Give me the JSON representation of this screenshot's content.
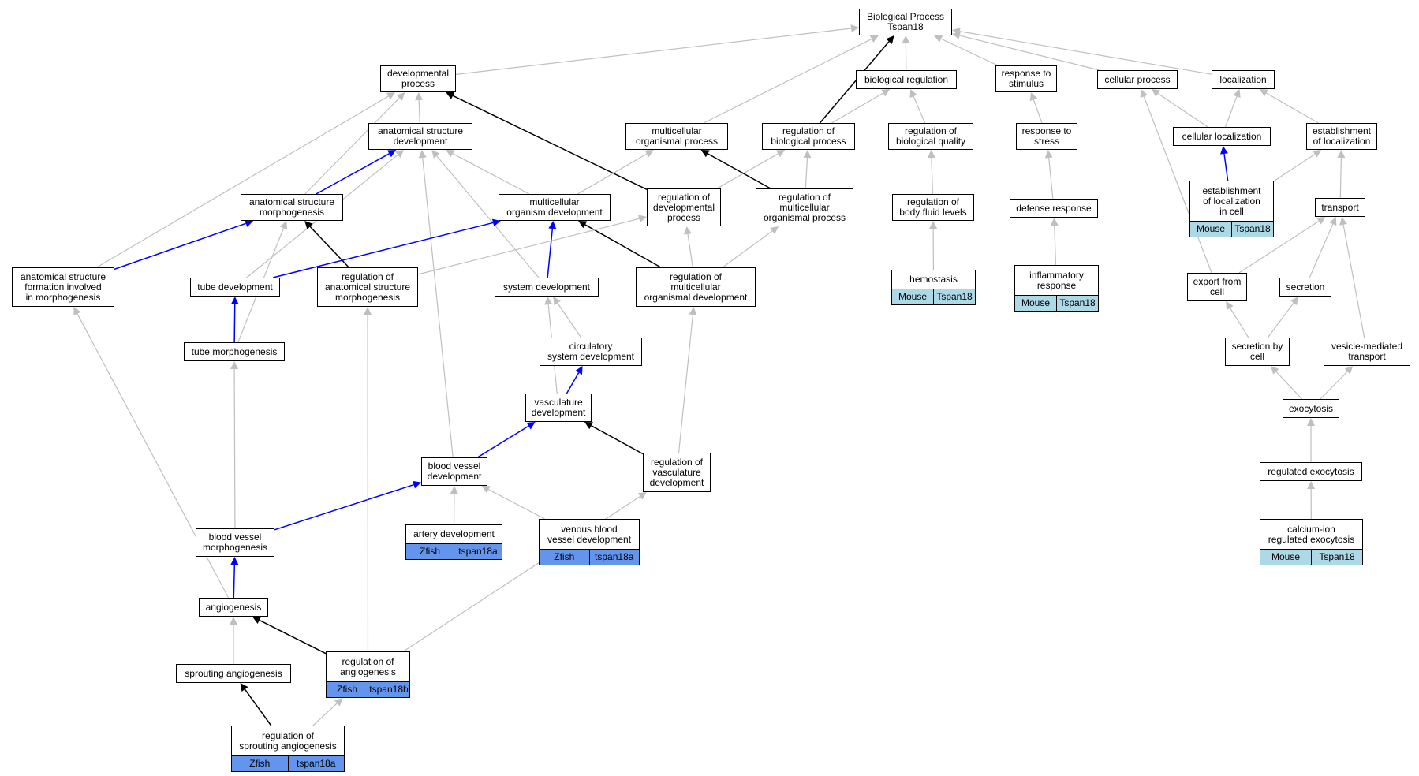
{
  "colors": {
    "gray": "#bfbfbf",
    "black": "#000000",
    "blue": "#0000ff",
    "mouse": "#add8e6",
    "zfish": "#6495ed"
  },
  "nodes": {
    "bp": {
      "label": "Biological Process\nTspan18"
    },
    "devproc": {
      "label": "developmental\nprocess"
    },
    "bioreg": {
      "label": "biological regulation"
    },
    "respstim": {
      "label": "response to\nstimulus"
    },
    "cellproc": {
      "label": "cellular process"
    },
    "localization": {
      "label": "localization"
    },
    "asdev": {
      "label": "anatomical structure\ndevelopment"
    },
    "multiproc": {
      "label": "multicellular\norganismal process"
    },
    "regbioproc": {
      "label": "regulation of\nbiological process"
    },
    "regbioqual": {
      "label": "regulation of\nbiological quality"
    },
    "respstress": {
      "label": "response to\nstress"
    },
    "cellloc": {
      "label": "cellular localization"
    },
    "establoc": {
      "label": "establishment\nof localization"
    },
    "asmorph": {
      "label": "anatomical structure\nmorphogenesis"
    },
    "multidev": {
      "label": "multicellular\norganism development"
    },
    "regdevproc": {
      "label": "regulation of\ndevelopmental\nprocess"
    },
    "regmultiproc": {
      "label": "regulation of\nmulticellular\norganismal process"
    },
    "regbodyfluid": {
      "label": "regulation of\nbody fluid levels"
    },
    "defresp": {
      "label": "defense response"
    },
    "establocincell": {
      "label": "establishment\nof localization\nin cell",
      "species": "Mouse",
      "gene": "Tspan18"
    },
    "transport": {
      "label": "transport"
    },
    "asformation": {
      "label": "anatomical structure\nformation involved\nin morphogenesis"
    },
    "tubedev": {
      "label": "tube development"
    },
    "regasmorph": {
      "label": "regulation of\nanatomical structure\nmorphogenesis"
    },
    "sysdev": {
      "label": "system development"
    },
    "regmultidev": {
      "label": "regulation of\nmulticellular\norganismal development"
    },
    "hemostasis": {
      "label": "hemostasis",
      "species": "Mouse",
      "gene": "Tspan18"
    },
    "inflamresp": {
      "label": "inflammatory\nresponse",
      "species": "Mouse",
      "gene": "Tspan18"
    },
    "exportcell": {
      "label": "export from\ncell"
    },
    "secretion": {
      "label": "secretion"
    },
    "tubemorph": {
      "label": "tube morphogenesis"
    },
    "circsysdev": {
      "label": "circulatory\nsystem development"
    },
    "secbycell": {
      "label": "secretion by\ncell"
    },
    "vesicletrans": {
      "label": "vesicle-mediated\ntransport"
    },
    "vascdev": {
      "label": "vasculature\ndevelopment"
    },
    "exocytosis": {
      "label": "exocytosis"
    },
    "bvdev": {
      "label": "blood vessel\ndevelopment"
    },
    "regvascdev": {
      "label": "regulation of\nvasculature\ndevelopment"
    },
    "regexo": {
      "label": "regulated exocytosis"
    },
    "arterydev": {
      "label": "artery development",
      "species": "Zfish",
      "gene": "tspan18a"
    },
    "venousdev": {
      "label": "venous blood\nvessel development",
      "species": "Zfish",
      "gene": "tspan18a"
    },
    "bvmorph": {
      "label": "blood vessel\nmorphogenesis"
    },
    "calcexo": {
      "label": "calcium-ion\nregulated exocytosis",
      "species": "Mouse",
      "gene": "Tspan18"
    },
    "angio": {
      "label": "angiogenesis"
    },
    "regangio": {
      "label": "regulation of\nangiogenesis",
      "species": "Zfish",
      "gene": "tspan18b"
    },
    "sproutangio": {
      "label": "sprouting angiogenesis"
    },
    "regsprout": {
      "label": "regulation of\nsprouting angiogenesis",
      "species": "Zfish",
      "gene": "tspan18a"
    }
  },
  "edges": [
    {
      "from": "devproc",
      "to": "bp",
      "color": "gray"
    },
    {
      "from": "bioreg",
      "to": "bp",
      "color": "gray"
    },
    {
      "from": "respstim",
      "to": "bp",
      "color": "gray"
    },
    {
      "from": "cellproc",
      "to": "bp",
      "color": "gray"
    },
    {
      "from": "localization",
      "to": "bp",
      "color": "gray"
    },
    {
      "from": "multiproc",
      "to": "bp",
      "color": "gray"
    },
    {
      "from": "regbioproc",
      "to": "bp",
      "color": "black"
    },
    {
      "from": "asdev",
      "to": "devproc",
      "color": "gray"
    },
    {
      "from": "regbioproc",
      "to": "bioreg",
      "color": "gray"
    },
    {
      "from": "regbioqual",
      "to": "bioreg",
      "color": "gray"
    },
    {
      "from": "respstress",
      "to": "respstim",
      "color": "gray"
    },
    {
      "from": "cellloc",
      "to": "localization",
      "color": "gray"
    },
    {
      "from": "establoc",
      "to": "localization",
      "color": "gray"
    },
    {
      "from": "cellloc",
      "to": "cellproc",
      "color": "gray"
    },
    {
      "from": "exportcell",
      "to": "cellproc",
      "color": "gray"
    },
    {
      "from": "asmorph",
      "to": "devproc",
      "color": "gray"
    },
    {
      "from": "asformation",
      "to": "devproc",
      "color": "gray"
    },
    {
      "from": "regdevproc",
      "to": "devproc",
      "color": "black"
    },
    {
      "from": "asmorph",
      "to": "asdev",
      "color": "blue"
    },
    {
      "from": "multidev",
      "to": "asdev",
      "color": "gray"
    },
    {
      "from": "tubedev",
      "to": "asdev",
      "color": "gray"
    },
    {
      "from": "sysdev",
      "to": "asdev",
      "color": "gray"
    },
    {
      "from": "bvdev",
      "to": "asdev",
      "color": "gray"
    },
    {
      "from": "multidev",
      "to": "multiproc",
      "color": "gray"
    },
    {
      "from": "regdevproc",
      "to": "regbioproc",
      "color": "gray"
    },
    {
      "from": "regmultiproc",
      "to": "regbioproc",
      "color": "gray"
    },
    {
      "from": "regmultiproc",
      "to": "multiproc",
      "color": "black"
    },
    {
      "from": "regbodyfluid",
      "to": "regbioqual",
      "color": "gray"
    },
    {
      "from": "defresp",
      "to": "respstress",
      "color": "gray"
    },
    {
      "from": "establocincell",
      "to": "cellloc",
      "color": "blue"
    },
    {
      "from": "establocincell",
      "to": "establoc",
      "color": "gray"
    },
    {
      "from": "transport",
      "to": "establoc",
      "color": "gray"
    },
    {
      "from": "asformation",
      "to": "asmorph",
      "color": "blue"
    },
    {
      "from": "regasmorph",
      "to": "asmorph",
      "color": "black"
    },
    {
      "from": "tubemorph",
      "to": "asmorph",
      "color": "gray"
    },
    {
      "from": "tubedev",
      "to": "multidev",
      "color": "blue"
    },
    {
      "from": "sysdev",
      "to": "multidev",
      "color": "blue"
    },
    {
      "from": "regmultidev",
      "to": "multidev",
      "color": "black"
    },
    {
      "from": "regmultidev",
      "to": "regdevproc",
      "color": "gray"
    },
    {
      "from": "regmultidev",
      "to": "regmultiproc",
      "color": "gray"
    },
    {
      "from": "regasmorph",
      "to": "regdevproc",
      "color": "gray"
    },
    {
      "from": "hemostasis",
      "to": "regbodyfluid",
      "color": "gray"
    },
    {
      "from": "inflamresp",
      "to": "defresp",
      "color": "gray"
    },
    {
      "from": "exportcell",
      "to": "transport",
      "color": "gray"
    },
    {
      "from": "secretion",
      "to": "transport",
      "color": "gray"
    },
    {
      "from": "vesicletrans",
      "to": "transport",
      "color": "gray"
    },
    {
      "from": "tubemorph",
      "to": "tubedev",
      "color": "blue"
    },
    {
      "from": "circsysdev",
      "to": "sysdev",
      "color": "gray"
    },
    {
      "from": "vascdev",
      "to": "sysdev",
      "color": "gray"
    },
    {
      "from": "secbycell",
      "to": "exportcell",
      "color": "gray"
    },
    {
      "from": "secbycell",
      "to": "secretion",
      "color": "gray"
    },
    {
      "from": "vascdev",
      "to": "circsysdev",
      "color": "blue"
    },
    {
      "from": "exocytosis",
      "to": "secbycell",
      "color": "gray"
    },
    {
      "from": "exocytosis",
      "to": "vesicletrans",
      "color": "gray"
    },
    {
      "from": "bvdev",
      "to": "vascdev",
      "color": "blue"
    },
    {
      "from": "regvascdev",
      "to": "vascdev",
      "color": "black"
    },
    {
      "from": "regvascdev",
      "to": "regmultidev",
      "color": "gray"
    },
    {
      "from": "regexo",
      "to": "exocytosis",
      "color": "gray"
    },
    {
      "from": "arterydev",
      "to": "bvdev",
      "color": "gray"
    },
    {
      "from": "venousdev",
      "to": "bvdev",
      "color": "gray"
    },
    {
      "from": "bvmorph",
      "to": "bvdev",
      "color": "blue"
    },
    {
      "from": "bvmorph",
      "to": "tubemorph",
      "color": "gray"
    },
    {
      "from": "calcexo",
      "to": "regexo",
      "color": "gray"
    },
    {
      "from": "angio",
      "to": "bvmorph",
      "color": "blue"
    },
    {
      "from": "angio",
      "to": "asformation",
      "color": "gray"
    },
    {
      "from": "regangio",
      "to": "angio",
      "color": "black"
    },
    {
      "from": "regangio",
      "to": "regvascdev",
      "color": "gray"
    },
    {
      "from": "regangio",
      "to": "regasmorph",
      "color": "gray"
    },
    {
      "from": "sproutangio",
      "to": "angio",
      "color": "gray"
    },
    {
      "from": "regsprout",
      "to": "sproutangio",
      "color": "black"
    },
    {
      "from": "regsprout",
      "to": "regangio",
      "color": "gray"
    }
  ]
}
